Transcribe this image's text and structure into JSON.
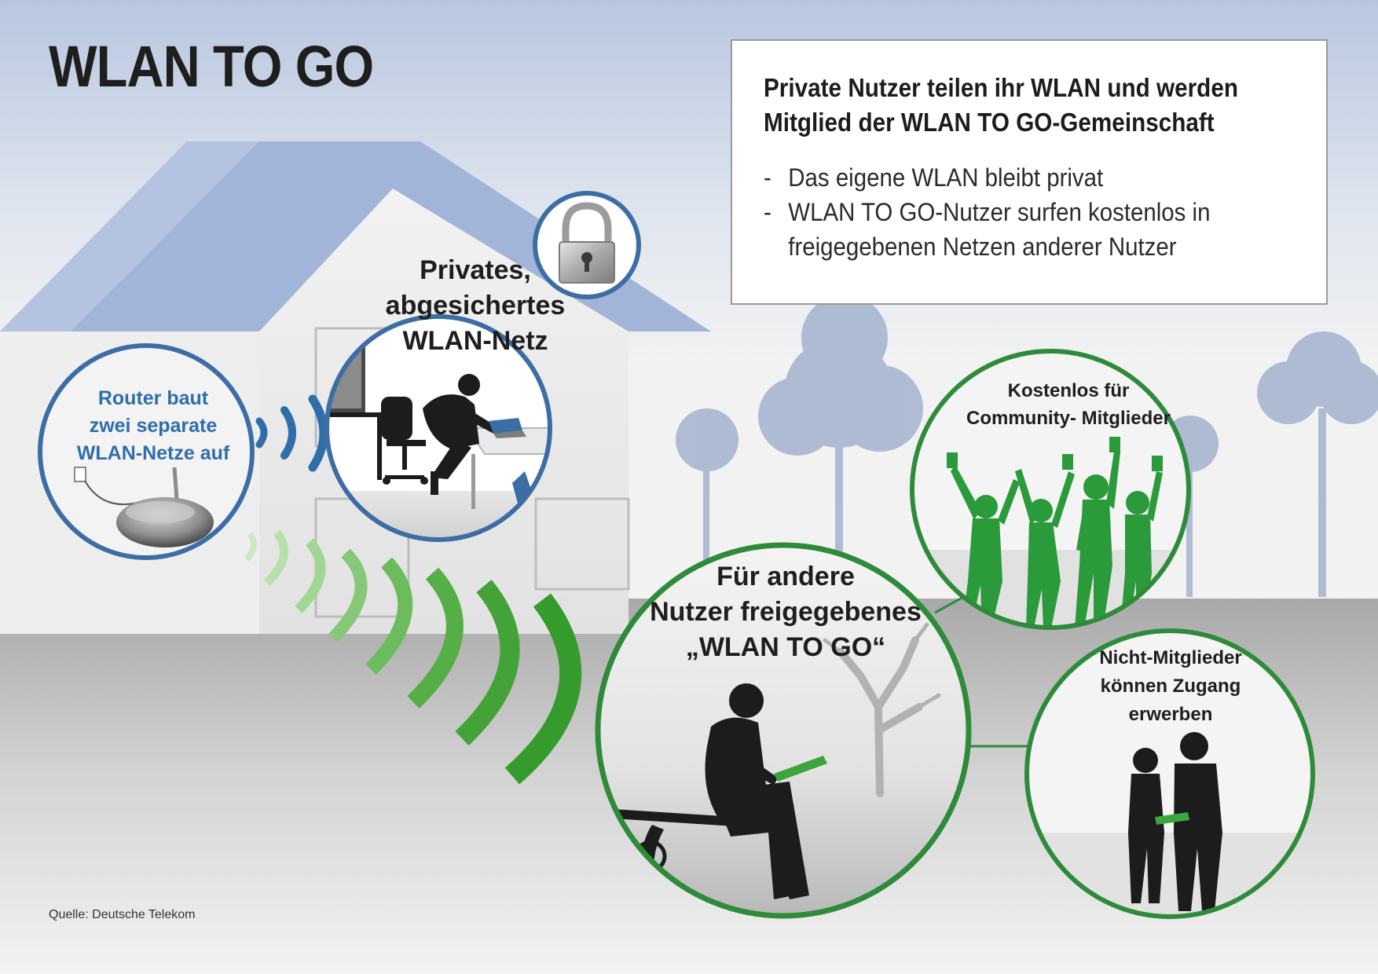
{
  "title": "WLAN TO GO",
  "info_box": {
    "heading_line1": "Private Nutzer teilen ihr WLAN und werden",
    "heading_line2": "Mitglied der WLAN TO GO-Gemeinschaft",
    "bullets": [
      {
        "dash": "-",
        "text": "Das eigene WLAN bleibt privat"
      },
      {
        "dash": "-",
        "text": "WLAN TO GO-Nutzer surfen kostenlos in freigegebenen Netzen anderer Nutzer"
      }
    ]
  },
  "router": {
    "label_lines": [
      "Router baut",
      "zwei separate",
      "WLAN-Netze auf"
    ]
  },
  "private_network": {
    "label_lines": [
      "Privates,",
      "abgesichertes",
      "WLAN-Netz"
    ]
  },
  "public_network": {
    "label_lines": [
      "Für andere",
      "Nutzer freigegebenes",
      "„WLAN TO GO“"
    ]
  },
  "community": {
    "label_lines": [
      "Kostenlos für",
      "Community- Mitglieder"
    ]
  },
  "non_members": {
    "label_lines": [
      "Nicht-Mitglieder",
      "können Zugang",
      "erwerben"
    ]
  },
  "source": "Quelle: Deutsche Telekom",
  "colors": {
    "sky_top": "#b7c5de",
    "roof": "#9fb3d6",
    "blue_ring": "#3c6ea5",
    "green_ring": "#2e8b3a",
    "green_wave": "#3ea53e",
    "blue_wave": "#2f6ea8",
    "silhouette": "#1c1c1c",
    "green_people": "#2a9a3a"
  },
  "icons": [
    "padlock-icon",
    "router-icon",
    "wifi-wave-icon"
  ]
}
